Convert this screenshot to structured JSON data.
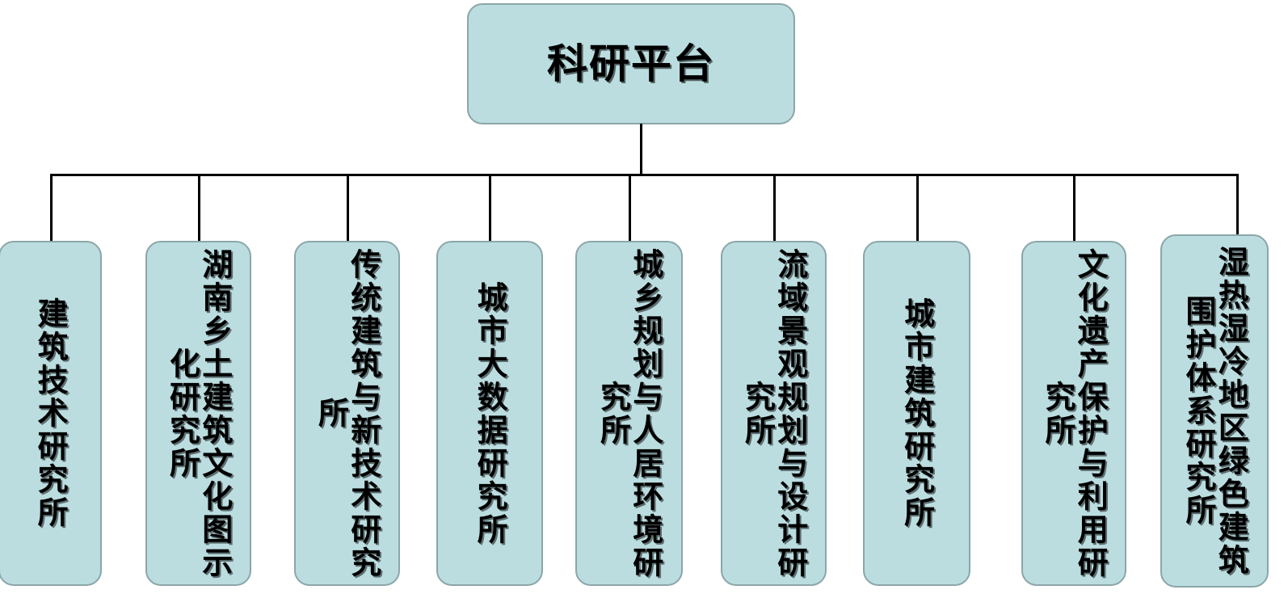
{
  "diagram": {
    "type": "organizational-tree",
    "title": "科研平台",
    "orientation": "top-down",
    "colors": {
      "node_fill": "#bbdde0",
      "node_border": "#8ba6a8",
      "connector": "#000000",
      "text": "#000000",
      "background": "#ffffff"
    },
    "root": {
      "label": "科研平台"
    },
    "children": [
      {
        "label": "建筑技术研究所"
      },
      {
        "label": "湖南乡土建筑文化图示化研究所"
      },
      {
        "label": "传统建筑与新技术研究所"
      },
      {
        "label": "城市大数据研究所"
      },
      {
        "label": "城乡规划与人居环境研究所"
      },
      {
        "label": "流域景观规划与设计研究所"
      },
      {
        "label": "城市建筑研究所"
      },
      {
        "label": "文化遗产保护与利用研究所"
      },
      {
        "label": "湿热湿冷地区绿色建筑围护体系研究所"
      }
    ]
  }
}
